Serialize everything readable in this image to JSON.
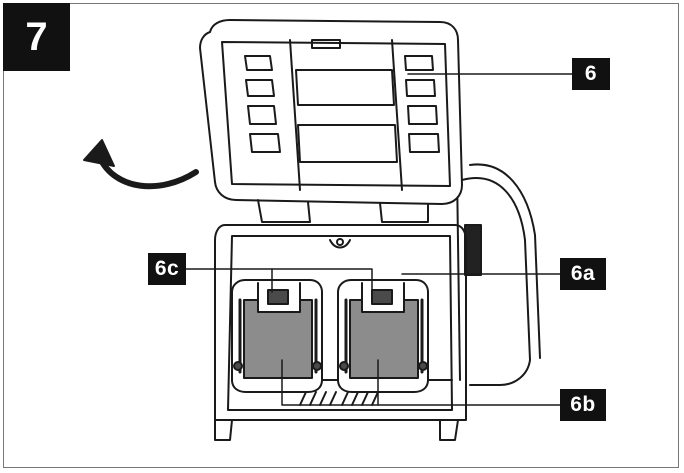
{
  "figure": {
    "number": "7"
  },
  "callouts": {
    "c6": "6",
    "c6a": "6a",
    "c6b": "6b",
    "c6c": "6c"
  },
  "colors": {
    "line": "#1a1a1a",
    "label_bg": "#111111",
    "label_text": "#ffffff",
    "battery_fill": "#8c8c8c",
    "battery_dark": "#4a4a4a"
  }
}
